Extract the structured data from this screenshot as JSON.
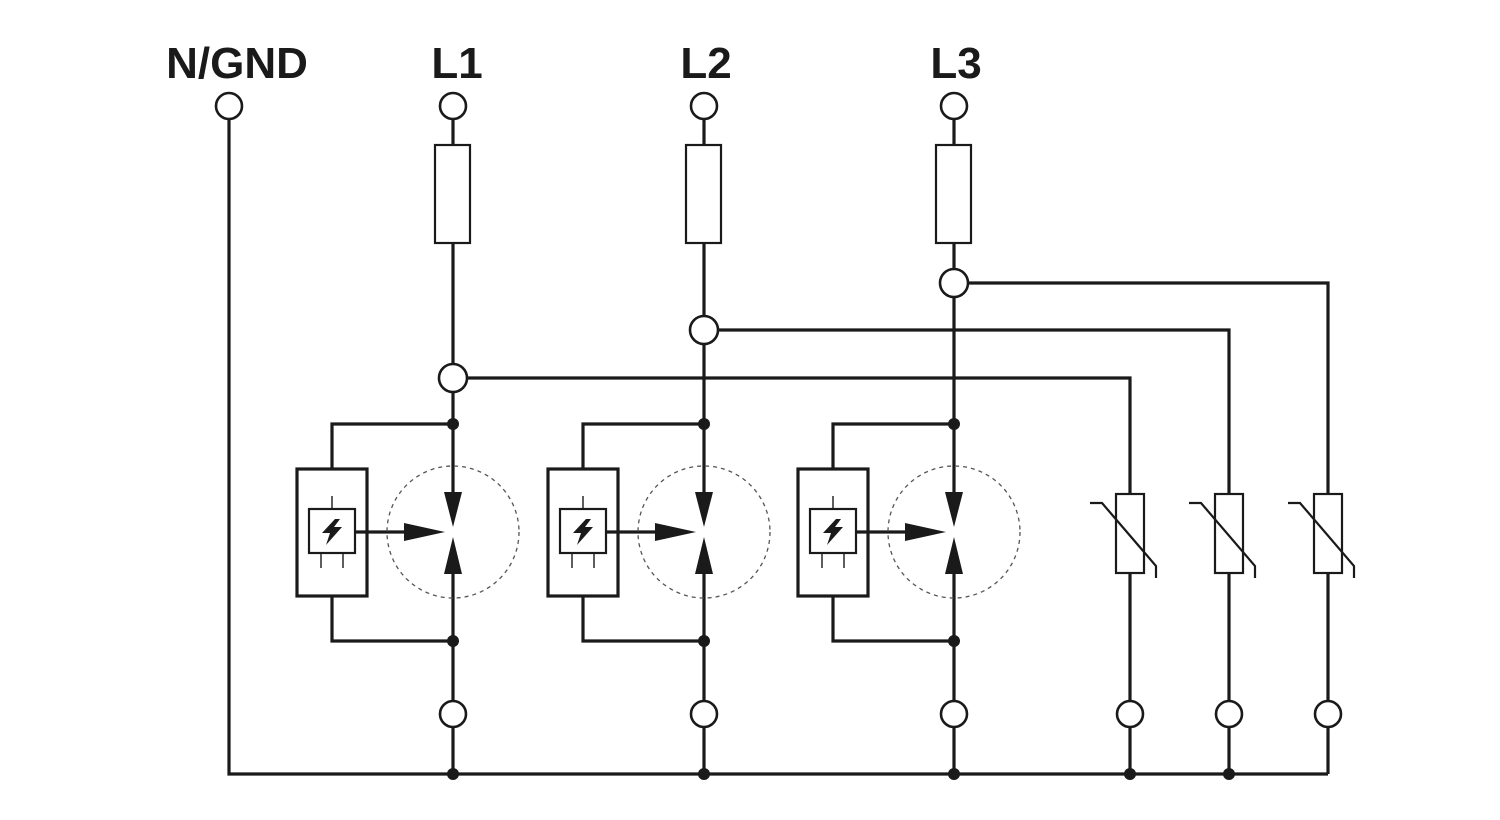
{
  "terminals": {
    "n_gnd": "N/GND",
    "l1": "L1",
    "l2": "L2",
    "l3": "L3"
  },
  "phases": [
    "L1",
    "L2",
    "L3"
  ],
  "varistor_count": 3,
  "colors": {
    "line": "#1a1a1a",
    "background": "#ffffff",
    "dashed_outline": "#555555"
  }
}
